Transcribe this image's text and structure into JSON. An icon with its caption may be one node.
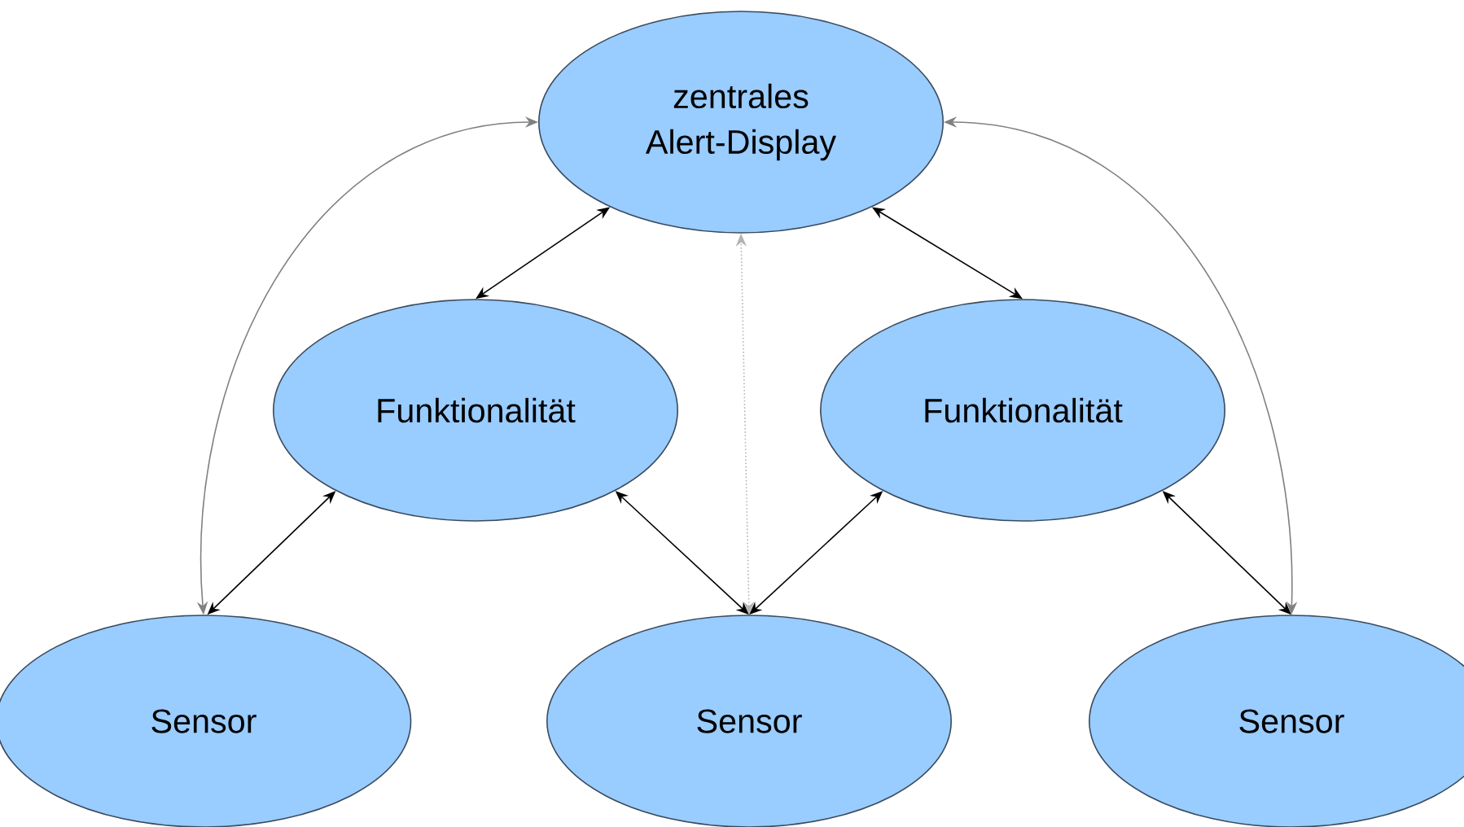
{
  "diagram": {
    "nodes": [
      {
        "text": [
          "zentrales Alert-Display"
        ]
      },
      {
        "text": [
          "Funktionalität"
        ]
      },
      {
        "text": [
          "Funktionalität"
        ]
      },
      {
        "text": [
          "Sensor"
        ]
      },
      {
        "text": [
          "Sensor"
        ]
      },
      {
        "text": [
          "Sensor"
        ]
      }
    ],
    "edges": [
      {
        "from": 0,
        "to": 1,
        "arrow": "both"
      },
      {
        "from": 0,
        "to": 2,
        "arrow": "both"
      },
      {
        "from": 1,
        "to": 3,
        "arrow": "both"
      },
      {
        "from": 1,
        "to": 4,
        "arrow": "both"
      },
      {
        "from": 2,
        "to": 4,
        "arrow": "both"
      },
      {
        "from": 2,
        "to": 5,
        "arrow": "both"
      },
      {
        "from": 4,
        "to": 0,
        "arrow": "both",
        "style": "dashed",
        "color": "#b4b4b4"
      },
      {
        "from": 3,
        "to": 0,
        "arrow": "both",
        "color": "#808080"
      },
      {
        "from": 5,
        "to": 0,
        "arrow": "both",
        "color": "#808080"
      }
    ]
  }
}
